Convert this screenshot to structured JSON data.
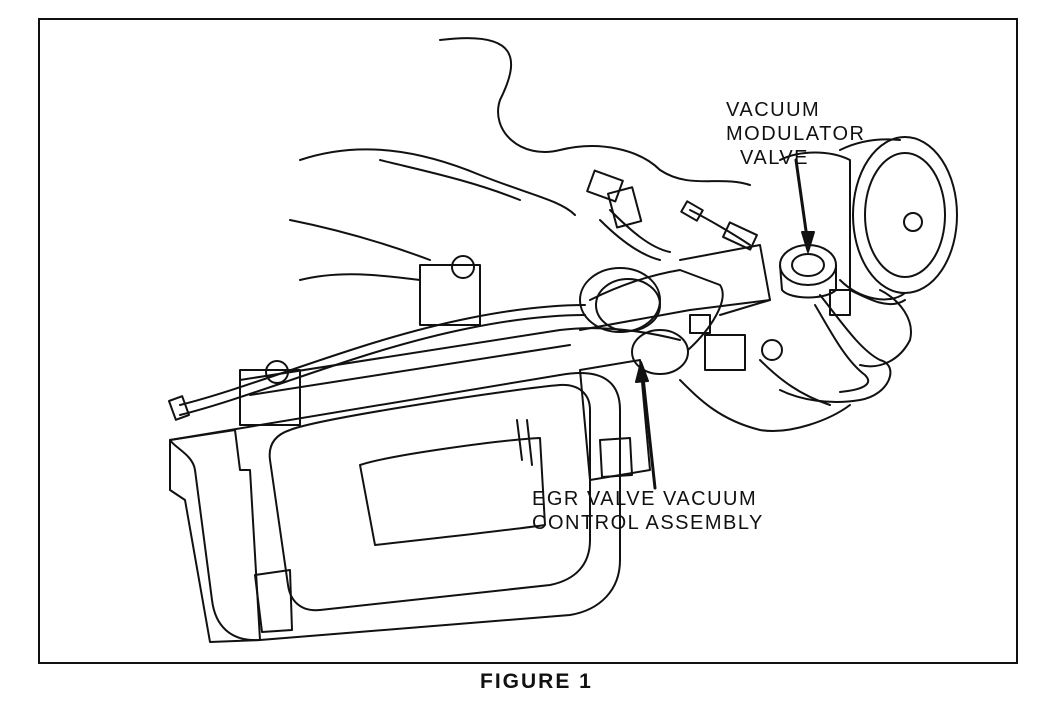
{
  "figure": {
    "caption": "FIGURE 1"
  },
  "labels": {
    "vacuum_modulator_valve": {
      "line1": "VACUUM",
      "line2": "MODULATOR",
      "line3": "VALVE"
    },
    "egr_valve_vacuum_control_assembly": {
      "line1": "EGR VALVE VACUUM",
      "line2": "CONTROL ASSEMBLY"
    }
  },
  "colors": {
    "ink": "#111111",
    "paper": "#ffffff"
  }
}
